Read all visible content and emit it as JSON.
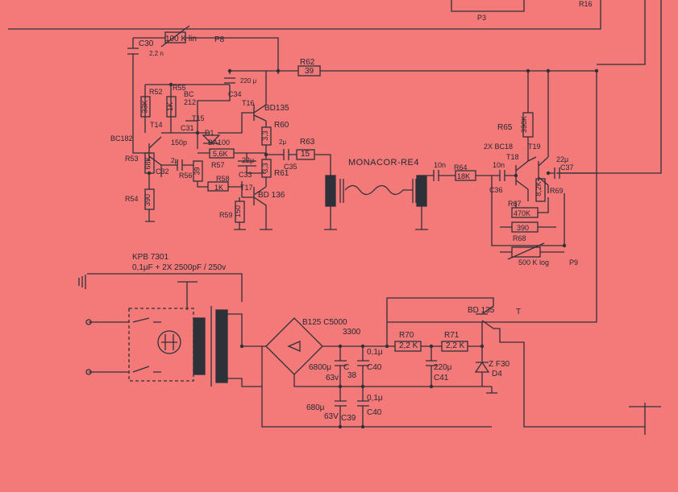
{
  "labels": {
    "c30": "C30",
    "c30_val": "2,2 n",
    "p8_val": "100 K lin",
    "p8": "P8",
    "r62": "R62",
    "r62_val": "39",
    "c34_val": "220 μ",
    "c34": "C34",
    "r52": "R52",
    "r52_val": "33K",
    "r55": "R55",
    "r55_val": "1K",
    "t15": "T15",
    "bc212": "BC 212",
    "t14": "T14",
    "t16": "T16",
    "bd135_top": "BD135",
    "c31": "C31",
    "d1": "D1",
    "ba100": "BA100",
    "c31_val": "150p",
    "r60": "R60",
    "r60_val": "3,3",
    "r63": "R63",
    "r63_val": "15",
    "c35_val": "2μ",
    "c35": "C35",
    "bc182": "BC182",
    "r53": "R53",
    "r53_val": "68K",
    "r57_val": "5,6K",
    "r57": "R57",
    "c32_val": "2μ",
    "c32": "C32",
    "r56": "R56",
    "r56_val": "39",
    "c33_val": "22μ",
    "c33": "C33",
    "r61": "R61",
    "r61_val": "3,3",
    "r58": "R58",
    "r58_val": "1K",
    "t17": "T17",
    "bd136": "BD 136",
    "r54": "R54",
    "r54_val": "390",
    "r59": "R59",
    "r59_val": "150",
    "monacor": "MONACOR-RE4",
    "c_10n_a": "10n",
    "r64": "R64",
    "r64_val": "18K",
    "r65": "R65",
    "r65_val": "390K",
    "bc18": "2X BC18",
    "t18": "T18",
    "t19": "T19",
    "c_10n_b": "10n",
    "c36": "C36",
    "c37_val": "22μ",
    "c37": "C37",
    "r67": "R67",
    "r67_val": "470K",
    "r69_val": "8,2K",
    "r69": "R69",
    "r68_val": "390",
    "r68": "R68",
    "p9_val": "500 K log",
    "p9": "P9",
    "p3": "P3",
    "r16": "R16",
    "kpb": "KPB 7301",
    "kpb_caps": "0,1μF + 2X 2500pF / 250v",
    "bridge": "B125 C5000",
    "v3300": "3300",
    "bd135_psu": "BD 135",
    "t_psu": "T",
    "r70": "R70",
    "r70_val": "2,2 K",
    "r71": "R71",
    "r71_val": "2,2 K",
    "c41_val": "220μ",
    "c41": "C41",
    "zf30": "Z F30",
    "d4": "D4",
    "c38_val": "6800μ",
    "c38_v": "63v",
    "c38": "C",
    "c38_n": "38",
    "c40a_val": "0,1μ",
    "c40a": "C40",
    "c39_val": "680μ",
    "c39_v": "63V",
    "c39": "C39",
    "c40b_val": "0,1μ",
    "c40b": "C40"
  }
}
